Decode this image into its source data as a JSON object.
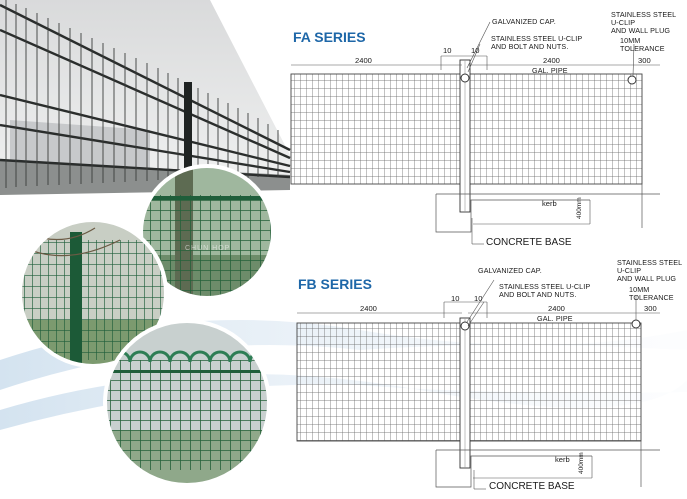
{
  "fa": {
    "title": "FA SERIES",
    "galv_cap": "GALVANIZED CAP.",
    "uclip": "STAINLESS STEEL U-CLIP",
    "bolt": "AND BOLT AND NUTS.",
    "wall_plug_1": "STAINLESS STEEL",
    "wall_plug_2": "U-CLIP",
    "wall_plug_3": "AND WALL PLUG",
    "tol_1": "10mm",
    "tol_2": "TOLERANCE",
    "dim_left": "2400",
    "dim_right": "2400",
    "dim_10a": "10",
    "dim_10b": "10",
    "dim_300": "300",
    "gal_pipe": "GAL. PIPE",
    "kerb": "kerb",
    "depth": "400mm",
    "base": "CONCRETE BASE"
  },
  "fb": {
    "title": "FB SERIES",
    "galv_cap": "GALVANIZED CAP.",
    "uclip": "STAINLESS STEEL U-CLIP",
    "bolt": "AND BOLT AND NUTS.",
    "wall_plug_1": "STAINLESS STEEL",
    "wall_plug_2": "U-CLIP",
    "wall_plug_3": "AND WALL PLUG",
    "tol_1": "10mm",
    "tol_2": "TOLERANCE",
    "dim_left": "2400",
    "dim_right": "2400",
    "dim_10a": "10",
    "dim_10b": "10",
    "dim_300": "300",
    "gal_pipe": "GAL. PIPE",
    "kerb": "kerb",
    "depth": "400mm",
    "base": "CONCRETE BASE"
  },
  "watermark": "CHUN HOP",
  "colors": {
    "series_title": "#1e67a8",
    "fence_green": "#1f5e3a",
    "drawing_line": "#555555"
  }
}
